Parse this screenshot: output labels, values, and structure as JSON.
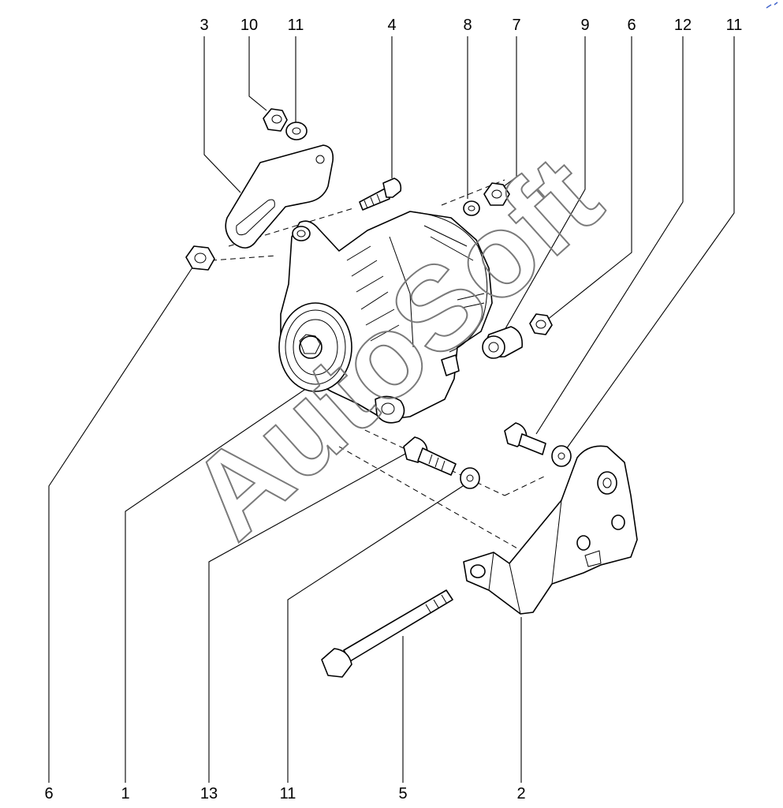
{
  "watermark": "AutoSoft",
  "callouts": {
    "top": [
      "3",
      "10",
      "11",
      "4",
      "8",
      "7",
      "9",
      "6",
      "12",
      "11"
    ],
    "bottom": [
      "6",
      "1",
      "13",
      "11",
      "5",
      "2"
    ]
  },
  "colors": {
    "line": "#000000",
    "watermark": "#7a7a7a",
    "background": "#ffffff"
  }
}
